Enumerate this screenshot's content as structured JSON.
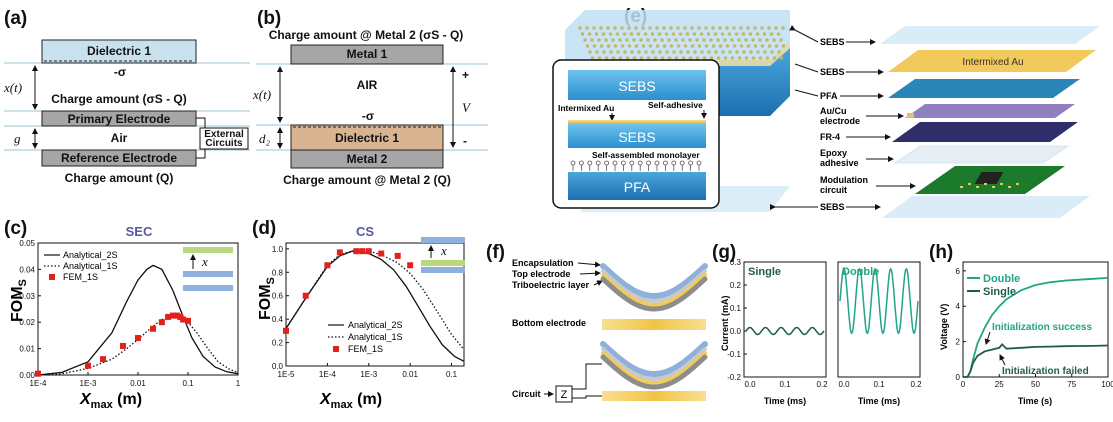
{
  "panel_labels": {
    "a": "(a)",
    "b": "(b)",
    "c": "(c)",
    "d": "(d)",
    "e": "(e)",
    "f": "(f)",
    "g": "(g)",
    "h": "(h)"
  },
  "panel_a": {
    "dielectric": "Dielectric 1",
    "neg_sigma": "-σ",
    "x_label": "x(t)",
    "charge_mid": "Charge amount (σS - Q)",
    "primary": "Primary Electrode",
    "g_label": "g",
    "air": "Air",
    "external": [
      "External",
      "Circuits"
    ],
    "reference": "Reference Electrode",
    "charge_bottom": "Charge amount (Q)"
  },
  "panel_b": {
    "charge_top": "Charge amount @ Metal 2 (σS - Q)",
    "metal1": "Metal 1",
    "air": "AIR",
    "x_label": "x(t)",
    "neg_sigma": "-σ",
    "d2_label": "d₂",
    "dielectric": "Dielectric 1",
    "metal2": "Metal 2",
    "plus": "+",
    "minus": "-",
    "v_label": "V",
    "charge_bottom": "Charge amount @ Metal 2 (Q)"
  },
  "panel_c": {
    "title": "SEC",
    "ylabel": "FOM",
    "ylabel_sub": "S",
    "xlabel": "X",
    "xlabel_sub": "max",
    "xunit": " (m)",
    "legend": [
      "Analytical_2S",
      "Analytical_1S",
      "FEM_1S"
    ],
    "yticks": [
      "0.00",
      "0.01",
      "0.02",
      "0.03",
      "0.04",
      "0.05"
    ],
    "xticks": [
      "1E-4",
      "1E-3",
      "0.01",
      "0.1",
      "1"
    ],
    "inset_x": "x"
  },
  "panel_d": {
    "title": "CS",
    "ylabel": "FOM",
    "ylabel_sub": "S",
    "xlabel": "X",
    "xlabel_sub": "max",
    "xunit": " (m)",
    "legend": [
      "Analytical_2S",
      "Analytical_1S",
      "FEM_1S"
    ],
    "yticks": [
      "0.0",
      "0.2",
      "0.4",
      "0.6",
      "0.8",
      "1.0"
    ],
    "xticks": [
      "1E-5",
      "1E-4",
      "1E-3",
      "0.01",
      "0.1"
    ],
    "inset_x": "x"
  },
  "panel_e": {
    "inset": {
      "sebs_top": "SEBS",
      "intermixed": "Intermixed Au",
      "self_adhesive": "Self-adhesive",
      "sebs_mid": "SEBS",
      "sam": "Self-assembled monolayer",
      "pfa": "PFA"
    },
    "callouts": [
      "SEBS",
      "SEBS",
      "PFA",
      "Au/Cu",
      "electrode",
      "FR-4",
      "Epoxy",
      "adhesive",
      "Modulation",
      "circuit",
      "SEBS"
    ],
    "layer_label": "Intermixed Au"
  },
  "panel_f": {
    "labels": [
      "Encapsulation",
      "Top electrode",
      "Triboelectric layer",
      "Bottom electrode",
      "Circuit"
    ],
    "z": "Z"
  },
  "panel_g": {
    "ylabel": "Current (mA)",
    "left_title": "Single",
    "right_title": "Double",
    "xlabel": "Time (ms)",
    "yticks": [
      "0.3",
      "0.2",
      "0.1",
      "0.0",
      "-0.1",
      "-0.2"
    ],
    "xticks": [
      "0.0",
      "0.1",
      "0.2"
    ]
  },
  "panel_h": {
    "ylabel": "Voltage (V)",
    "xlabel": "Time (s)",
    "legend": [
      "Double",
      "Single"
    ],
    "success": "Initialization success",
    "failed": "Initialization failed",
    "yticks": [
      "0",
      "2",
      "4",
      "6"
    ],
    "xticks": [
      "0",
      "25",
      "50",
      "75",
      "100"
    ]
  },
  "colors": {
    "teal": "#21a586",
    "dark_teal": "#1f5c4c",
    "red": "#e2201c",
    "blue_ribbon": "#8fb0dc",
    "yellow": "#f3cd52",
    "gray": "#7f7f7f",
    "dielectric_blue": "#c9e1ef",
    "dielectric_tan": "#d8b493",
    "sebs_blue": "#4aa6dc",
    "title_blue": "#5757a7"
  },
  "chart_data": [
    {
      "type": "line",
      "title": "SEC",
      "xlabel": "Xmax (m)",
      "ylabel": "FOMS",
      "xscale": "log",
      "xlim": [
        0.0001,
        1
      ],
      "ylim": [
        0,
        0.05
      ],
      "series": [
        {
          "name": "Analytical_2S",
          "style": "solid",
          "x": [
            0.0001,
            0.0003,
            0.001,
            0.003,
            0.006,
            0.01,
            0.015,
            0.02,
            0.03,
            0.05,
            0.08,
            0.12,
            0.2,
            0.35,
            0.6,
            1
          ],
          "y": [
            0.0,
            0.001,
            0.005,
            0.016,
            0.028,
            0.036,
            0.04,
            0.0415,
            0.04,
            0.032,
            0.022,
            0.014,
            0.007,
            0.003,
            0.0012,
            0.0005
          ]
        },
        {
          "name": "Analytical_1S",
          "style": "dotted",
          "x": [
            0.0001,
            0.0003,
            0.001,
            0.003,
            0.006,
            0.01,
            0.02,
            0.03,
            0.05,
            0.07,
            0.1,
            0.15,
            0.25,
            0.4,
            0.7,
            1
          ],
          "y": [
            0.0,
            0.0005,
            0.0025,
            0.006,
            0.01,
            0.0135,
            0.0185,
            0.021,
            0.0225,
            0.0222,
            0.02,
            0.016,
            0.01,
            0.005,
            0.002,
            0.001
          ]
        },
        {
          "name": "FEM_1S",
          "style": "marker",
          "x": [
            0.0001,
            0.001,
            0.002,
            0.005,
            0.01,
            0.02,
            0.03,
            0.04,
            0.05,
            0.06,
            0.07,
            0.08,
            0.1
          ],
          "y": [
            0.0005,
            0.0035,
            0.006,
            0.011,
            0.014,
            0.0175,
            0.02,
            0.022,
            0.0225,
            0.0225,
            0.022,
            0.021,
            0.0205
          ]
        }
      ]
    },
    {
      "type": "line",
      "title": "CS",
      "xlabel": "Xmax (m)",
      "ylabel": "FOMS",
      "xscale": "log",
      "xlim": [
        1e-05,
        0.2
      ],
      "ylim": [
        0,
        1.05
      ],
      "series": [
        {
          "name": "Analytical_2S",
          "style": "solid",
          "x": [
            1e-05,
            3e-05,
            0.0001,
            0.0002,
            0.0004,
            0.0007,
            0.001,
            0.002,
            0.004,
            0.008,
            0.015,
            0.03,
            0.06,
            0.12,
            0.2
          ],
          "y": [
            0.32,
            0.58,
            0.85,
            0.94,
            0.98,
            0.975,
            0.96,
            0.91,
            0.82,
            0.68,
            0.52,
            0.34,
            0.18,
            0.08,
            0.04
          ]
        },
        {
          "name": "Analytical_1S",
          "style": "dotted",
          "x": [
            1e-05,
            3e-05,
            0.0001,
            0.0002,
            0.0005,
            0.001,
            0.002,
            0.005,
            0.01,
            0.02,
            0.05,
            0.1,
            0.2
          ],
          "y": [
            0.32,
            0.58,
            0.86,
            0.95,
            0.99,
            0.98,
            0.95,
            0.88,
            0.79,
            0.66,
            0.44,
            0.27,
            0.14
          ]
        },
        {
          "name": "FEM_1S",
          "style": "marker",
          "x": [
            1e-05,
            3e-05,
            0.0001,
            0.0002,
            0.0005,
            0.0007,
            0.001,
            0.002,
            0.005,
            0.01
          ],
          "y": [
            0.3,
            0.6,
            0.86,
            0.97,
            0.98,
            0.98,
            0.98,
            0.96,
            0.94,
            0.86
          ]
        }
      ]
    },
    {
      "type": "line",
      "title": "Single",
      "xlabel": "Time (ms)",
      "ylabel": "Current (mA)",
      "xlim": [
        0,
        0.2
      ],
      "ylim": [
        -0.2,
        0.3
      ],
      "series": [
        {
          "name": "Single",
          "amplitude": 0.015,
          "cycles": 5,
          "x": [
            0,
            0.2
          ]
        }
      ]
    },
    {
      "type": "line",
      "title": "Double",
      "xlabel": "Time (ms)",
      "ylabel": "Current (mA)",
      "xlim": [
        0,
        0.2
      ],
      "ylim": [
        -0.2,
        0.3
      ],
      "series": [
        {
          "name": "Double",
          "amplitude": 0.14,
          "offset": 0.13,
          "cycles": 5,
          "x": [
            0,
            0.2
          ]
        }
      ]
    },
    {
      "type": "line",
      "xlabel": "Time (s)",
      "ylabel": "Voltage (V)",
      "xlim": [
        0,
        100
      ],
      "ylim": [
        0,
        6.5
      ],
      "series": [
        {
          "name": "Double",
          "x": [
            0,
            3,
            5,
            7,
            10,
            15,
            20,
            25,
            30,
            40,
            50,
            60,
            70,
            80,
            90,
            100
          ],
          "y": [
            0,
            0,
            0.3,
            1.0,
            1.9,
            2.8,
            3.5,
            4.0,
            4.4,
            4.9,
            5.2,
            5.35,
            5.45,
            5.5,
            5.55,
            5.6
          ]
        },
        {
          "name": "Single",
          "x": [
            0,
            3,
            5,
            7,
            10,
            15,
            20,
            25,
            27,
            30,
            40,
            50,
            60,
            70,
            80,
            90,
            100
          ],
          "y": [
            0,
            0,
            0.3,
            0.8,
            1.2,
            1.45,
            1.55,
            1.65,
            1.85,
            1.6,
            1.65,
            1.7,
            1.72,
            1.74,
            1.75,
            1.76,
            1.78
          ]
        }
      ]
    }
  ]
}
